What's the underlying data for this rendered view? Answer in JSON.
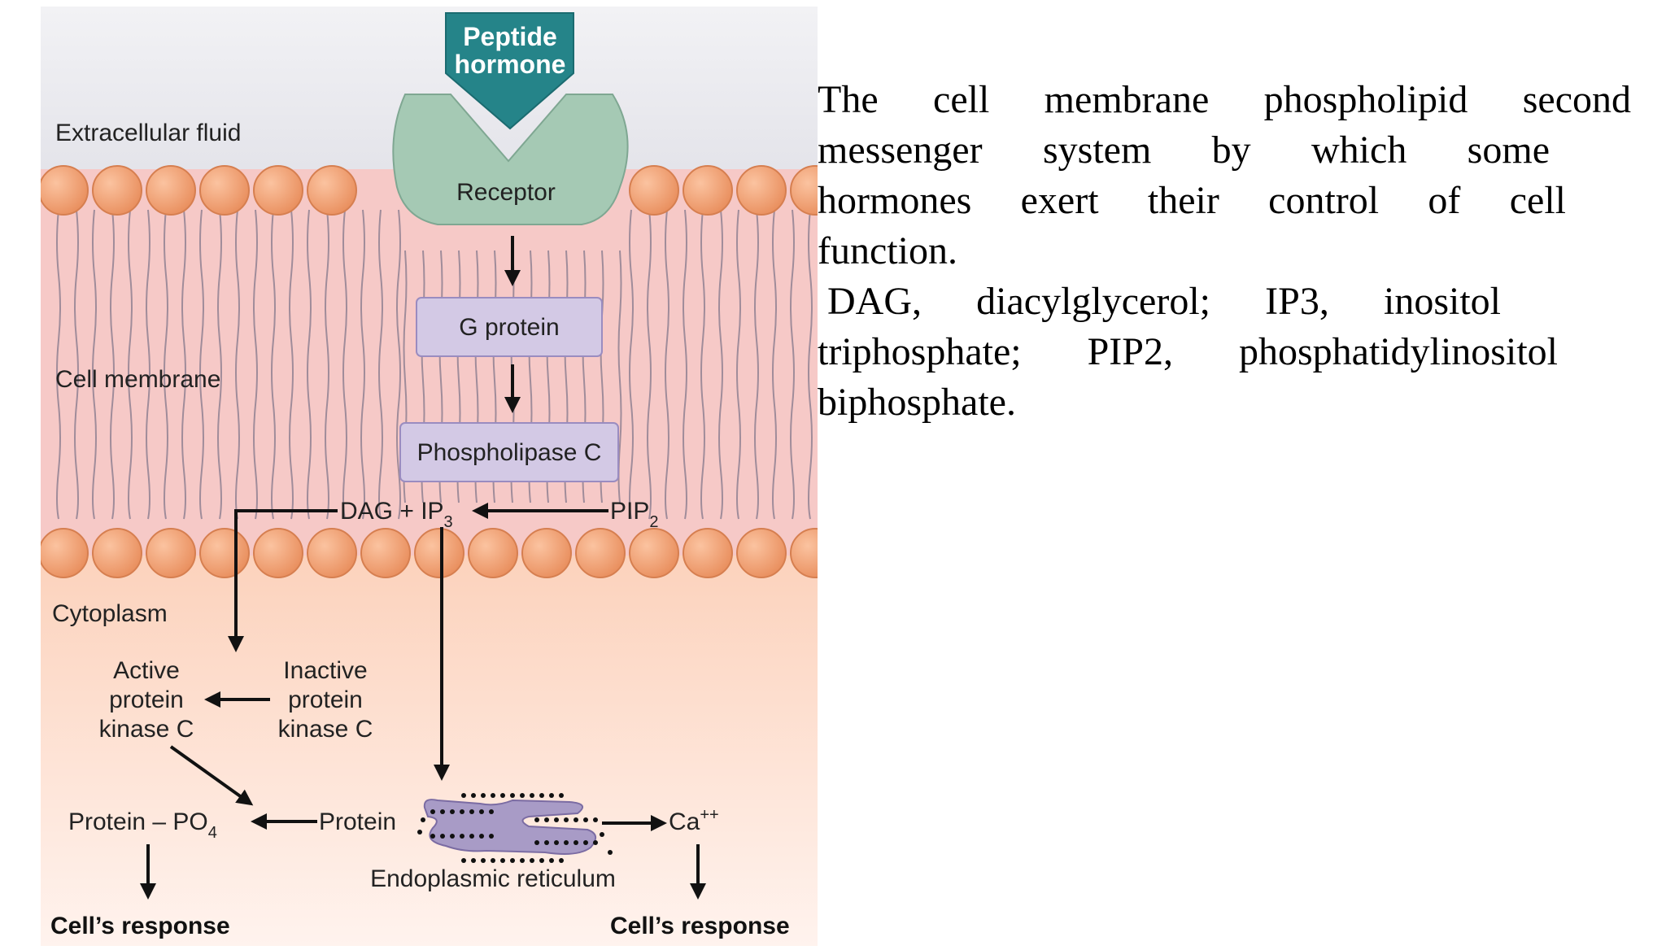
{
  "diagram": {
    "hormone_label": [
      "Peptide",
      "hormone"
    ],
    "receptor": "Receptor",
    "regions": {
      "extracellular": "Extracellular fluid",
      "membrane": "Cell membrane",
      "cytoplasm": "Cytoplasm"
    },
    "g_protein": "G protein",
    "phospholipase": "Phospholipase C",
    "dag_ip3": {
      "dag": "DAG + IP",
      "sub": "3"
    },
    "pip2": {
      "main": "PIP",
      "sub": "2"
    },
    "active_pkc": [
      "Active",
      "protein",
      "kinase C"
    ],
    "inactive_pkc": [
      "Inactive",
      "protein",
      "kinase C"
    ],
    "protein_po4": {
      "main": "Protein – PO",
      "sub": "4"
    },
    "protein": "Protein",
    "er_label": "Endoplasmic reticulum",
    "calcium": {
      "main": "Ca",
      "sup": "++"
    },
    "response_left": "Cell’s response",
    "response_right": "Cell’s response",
    "colors": {
      "hormone": "#2a8a8c",
      "receptor": "#a3c8b3",
      "box": "#d2c8e4",
      "box_border": "#9f8fc2",
      "membrane": "#f6c8c6",
      "head": "#f2a06e",
      "cytoplasm": "#fbd8c4",
      "extracellular": "#e9e9ee"
    }
  },
  "caption": {
    "para1_lines": [
      "The cell membrane phospholipid second",
      "messenger system by which some",
      "hormones exert their control of cell",
      "function."
    ],
    "para2_lines": [
      "DAG, diacylglycerol; IP3, inositol",
      "triphosphate; PIP2, phosphatidylinositol",
      "biphosphate."
    ]
  }
}
